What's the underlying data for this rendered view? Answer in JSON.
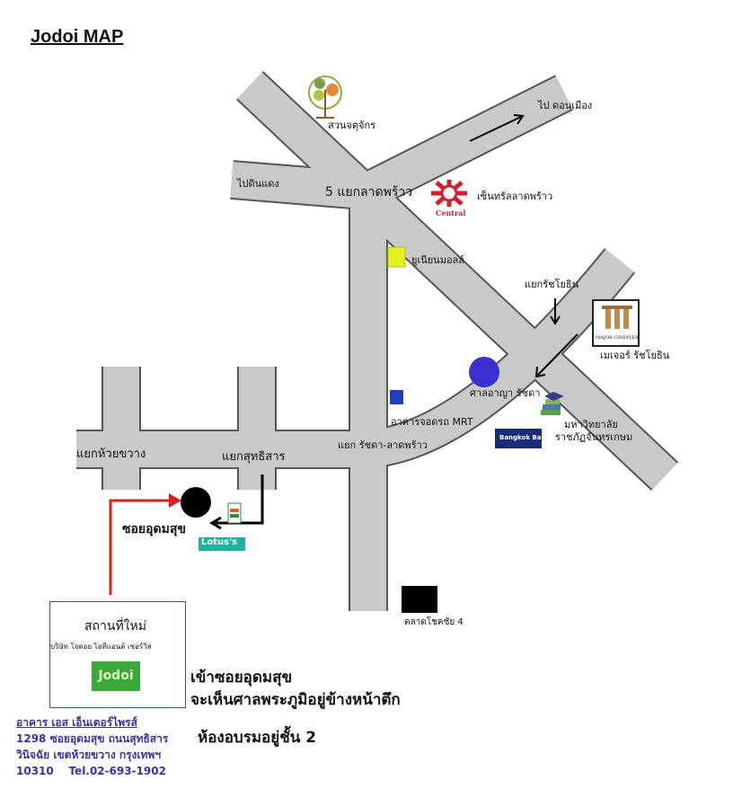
{
  "title": "Jodoi MAP",
  "labels": {
    "park": "สวนจตุจักร",
    "don_mueang": "ไป ดอนเมือง",
    "din_daeng": "ไปดินแดง",
    "five_intersection": "5 แยกลาดพร้าว",
    "central": "เซ็นทรัลลาดพร้าว",
    "central_logo": "Central",
    "union_mall": "ยูเนียนมอลล์",
    "ratchayothin_intersection": "แยกรัชโยธิน",
    "major": "เมเจอร์ รัชโยธิน",
    "major_logo": "MAJOR CINEPLEX",
    "court": "ศาลอาญา รัชดา",
    "mrt_parking": "อาคารจอดรถ MRT",
    "university_line1": "มหาวิทยาลัย",
    "university_line2": "ราชภัฏจันทรเกษม",
    "bangkok_bank": "Bangkok Bank",
    "ratchada_intersection": "แยก รัชดา-ลาดพร้าว",
    "huai_khwang": "แยกห้วยขวาง",
    "sutthisan": "แยกสุทธิสาร",
    "soi_udomsuk": "ซอยอุดมสุข",
    "lotus": "Lotus's",
    "chokchai": "ตลาดโชคชัย 4"
  },
  "new_location": {
    "heading": "สถานที่ใหม่",
    "company": "บริษัท โจดอย ไอทีแอนด์ เซอร์วิส",
    "logo_text": "Jodoi"
  },
  "directions": {
    "line1": "เข้าซอยอุดมสุข",
    "line2": "จะเห็นศาลพระภูมิอยู่ข้างหน้าตึก",
    "line3": "ห้องอบรมอยู่ชั้น 2"
  },
  "address": {
    "building": "อาคาร เอส เอ็นเตอร์ไพรส์",
    "line1": "1298 ซอยอุดมสุข ถนนสุทธิสาร",
    "line2": "วินิจฉัย เขตห้วยขวาง กรุงเทพฯ",
    "line3": "10310    Tel.02-693-1902"
  },
  "colors": {
    "road": "#c9c9c9",
    "road_edge": "#555555",
    "route": "#d42020",
    "court": "#3a2fd0",
    "mrt": "#1f3fc0",
    "union": "#e6f020",
    "address": "#3535a8"
  }
}
